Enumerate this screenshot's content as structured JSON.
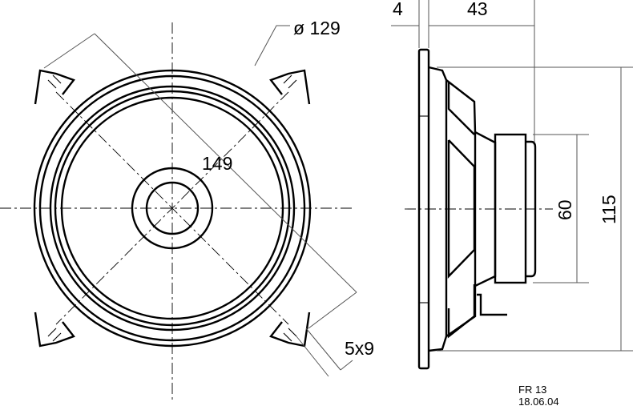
{
  "drawing": {
    "front_view": {
      "bolt_circle_label": "ø 129",
      "diagonal_label": "149",
      "hole_label": "5x9"
    },
    "side_view": {
      "flange_thickness_label": "4",
      "depth_label": "43",
      "magnet_diameter_label": "60",
      "height_label": "115"
    },
    "title_block": {
      "model": "FR 13",
      "date": "18.06.04"
    }
  }
}
